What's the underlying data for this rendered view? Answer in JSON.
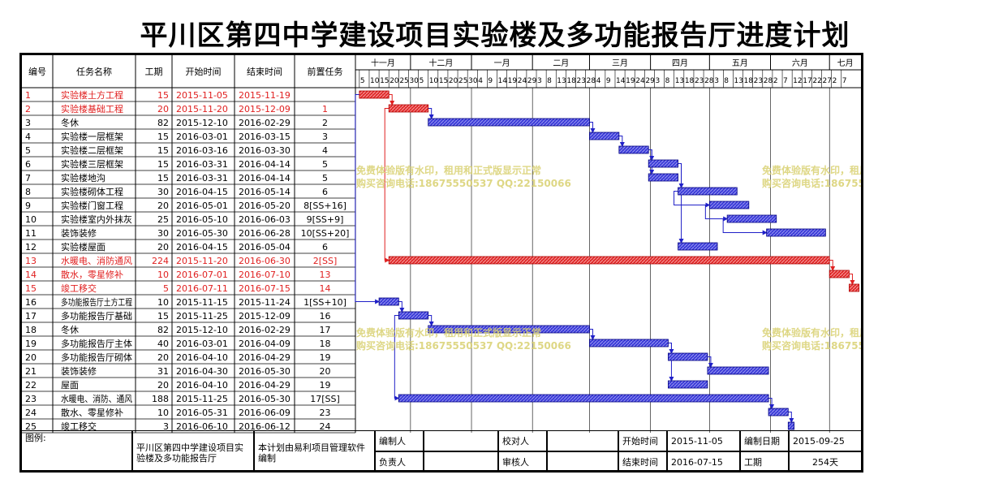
{
  "title": "平川区第四中学建设项目实验楼及多功能报告厅进度计划",
  "columns": [
    "编号",
    "任务名称",
    "工期",
    "开始时间",
    "结束时间",
    "前置任务"
  ],
  "month_labels": [
    "十一月",
    "十二月",
    "一月",
    "二月",
    "三月",
    "四月",
    "五月",
    "六月",
    "七月"
  ],
  "day_ticks": [
    "5",
    "10",
    "15",
    "20",
    "25",
    "30",
    "5",
    "10",
    "15",
    "20",
    "25",
    "30",
    "4",
    "9",
    "14",
    "19",
    "24",
    "29",
    "3",
    "8",
    "13",
    "18",
    "23",
    "28",
    "4",
    "9",
    "14",
    "19",
    "24",
    "29",
    "3",
    "8",
    "13",
    "18",
    "23",
    "28",
    "3",
    "8",
    "13",
    "18",
    "23",
    "28",
    "2",
    "7",
    "12",
    "17",
    "22",
    "27",
    "2",
    "7"
  ],
  "watermark": {
    "line1": "免费体验版有水印，租用和正式版显示正常",
    "line2": "购买咨询电话:18675550537 QQ:22150066"
  },
  "colors": {
    "critical": "#e02020",
    "normal": "#2020c8",
    "grid": "#000000"
  },
  "chart_data": {
    "type": "gantt",
    "tasks": [
      {
        "id": "1",
        "name": "实验楼土方工程",
        "duration": "15",
        "start": "2015-11-05",
        "end": "2015-11-19",
        "pred": "",
        "critical": true
      },
      {
        "id": "2",
        "name": "实验楼基础工程",
        "duration": "20",
        "start": "2015-11-20",
        "end": "2015-12-09",
        "pred": "1",
        "critical": true
      },
      {
        "id": "3",
        "name": "冬休",
        "duration": "82",
        "start": "2015-12-10",
        "end": "2016-02-29",
        "pred": "2",
        "critical": false
      },
      {
        "id": "4",
        "name": "实验楼一层框架",
        "duration": "15",
        "start": "2016-03-01",
        "end": "2016-03-15",
        "pred": "3",
        "critical": false
      },
      {
        "id": "5",
        "name": "实验楼二层框架",
        "duration": "15",
        "start": "2016-03-16",
        "end": "2016-03-30",
        "pred": "4",
        "critical": false
      },
      {
        "id": "6",
        "name": "实验楼三层框架",
        "duration": "15",
        "start": "2016-03-31",
        "end": "2016-04-14",
        "pred": "5",
        "critical": false
      },
      {
        "id": "7",
        "name": "实验楼地沟",
        "duration": "15",
        "start": "2016-03-31",
        "end": "2016-04-14",
        "pred": "5",
        "critical": false
      },
      {
        "id": "8",
        "name": "实验楼砌体工程",
        "duration": "30",
        "start": "2016-04-15",
        "end": "2016-05-14",
        "pred": "6",
        "critical": false
      },
      {
        "id": "9",
        "name": "实验楼门窗工程",
        "duration": "20",
        "start": "2016-05-01",
        "end": "2016-05-20",
        "pred": "8[SS+16]",
        "critical": false
      },
      {
        "id": "10",
        "name": "实验楼室内外抹灰",
        "duration": "25",
        "start": "2016-05-10",
        "end": "2016-06-03",
        "pred": "9[SS+9]",
        "critical": false
      },
      {
        "id": "11",
        "name": "装饰装修",
        "duration": "30",
        "start": "2016-05-30",
        "end": "2016-06-28",
        "pred": "10[SS+20]",
        "critical": false
      },
      {
        "id": "12",
        "name": "实验楼屋面",
        "duration": "20",
        "start": "2016-04-15",
        "end": "2016-05-04",
        "pred": "6",
        "critical": false
      },
      {
        "id": "13",
        "name": "水暖电、消防通风",
        "duration": "224",
        "start": "2015-11-20",
        "end": "2016-06-30",
        "pred": "2[SS]",
        "critical": true
      },
      {
        "id": "14",
        "name": "散水，零星修补",
        "duration": "10",
        "start": "2016-07-01",
        "end": "2016-07-10",
        "pred": "13",
        "critical": true
      },
      {
        "id": "15",
        "name": "竣工移交",
        "duration": "5",
        "start": "2016-07-11",
        "end": "2016-07-15",
        "pred": "14",
        "critical": true
      },
      {
        "id": "16",
        "name": "多功能报告厅土方工程",
        "duration": "10",
        "start": "2015-11-15",
        "end": "2015-11-24",
        "pred": "1[SS+10]",
        "critical": false
      },
      {
        "id": "17",
        "name": "多功能报告厅基础",
        "duration": "15",
        "start": "2015-11-25",
        "end": "2015-12-09",
        "pred": "16",
        "critical": false
      },
      {
        "id": "18",
        "name": "冬休",
        "duration": "82",
        "start": "2015-12-10",
        "end": "2016-02-29",
        "pred": "17",
        "critical": false
      },
      {
        "id": "19",
        "name": "多功能报告厅主体",
        "duration": "40",
        "start": "2016-03-01",
        "end": "2016-04-09",
        "pred": "18",
        "critical": false
      },
      {
        "id": "20",
        "name": "多功能报告厅砌体",
        "duration": "20",
        "start": "2016-04-10",
        "end": "2016-04-29",
        "pred": "19",
        "critical": false
      },
      {
        "id": "21",
        "name": "装饰装修",
        "duration": "31",
        "start": "2016-04-30",
        "end": "2016-05-30",
        "pred": "20",
        "critical": false
      },
      {
        "id": "22",
        "name": "屋面",
        "duration": "20",
        "start": "2016-04-10",
        "end": "2016-04-29",
        "pred": "19",
        "critical": false
      },
      {
        "id": "23",
        "name": "水暖电、消防、通风",
        "duration": "188",
        "start": "2015-11-25",
        "end": "2016-05-30",
        "pred": "17[SS]",
        "critical": false
      },
      {
        "id": "24",
        "name": "散水、零星修补",
        "duration": "10",
        "start": "2016-05-31",
        "end": "2016-06-09",
        "pred": "23",
        "critical": false
      },
      {
        "id": "25",
        "name": "竣工移交",
        "duration": "3",
        "start": "2016-06-10",
        "end": "2016-06-12",
        "pred": "24",
        "critical": false
      }
    ]
  },
  "footer": {
    "legend_label": "图例:",
    "project": "平川区第四中学建设项目实验楼及多功能报告厅",
    "software": "本计划由易利项目管理软件编制",
    "editor_label": "编制人",
    "checker_label": "校对人",
    "start_label": "开始时间",
    "start_value": "2015-11-05",
    "date_label": "编制日期",
    "date_value": "2015-09-25",
    "owner_label": "负责人",
    "reviewer_label": "审核人",
    "end_label": "结束时间",
    "end_value": "2016-07-15",
    "period_label": "工期",
    "period_value": "254天"
  }
}
